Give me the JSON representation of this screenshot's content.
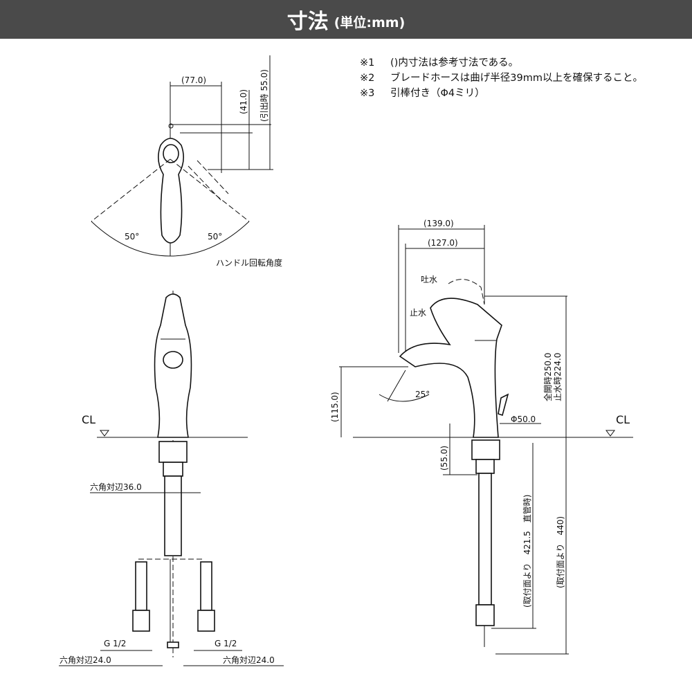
{
  "header": {
    "title": "寸法",
    "unit": "(単位:mm)"
  },
  "notes": [
    {
      "mark": "※1",
      "text": "()内寸法は参考寸法である。"
    },
    {
      "mark": "※2",
      "text": "ブレードホースは曲げ半径39mm以上を確保すること。"
    },
    {
      "mark": "※3",
      "text": "引棒付き（Φ4ミリ）"
    }
  ],
  "top_view": {
    "width": "(77.0)",
    "depth": "(41.0)",
    "pulled": "(引出時 55.0)",
    "angle_left": "50°",
    "angle_right": "50°",
    "caption": "ハンドル回転角度"
  },
  "front_view": {
    "cl": "CL",
    "hex_nut": "六角対辺36.0",
    "thread_left": "G 1/2",
    "thread_right": "G 1/2",
    "hex_left": "六角対辺24.0",
    "hex_right": "六角対辺24.0"
  },
  "side_view": {
    "reach_total": "(139.0)",
    "reach_spout": "(127.0)",
    "open": "吐水",
    "closed": "止水",
    "spout_height": "(115.0)",
    "spout_angle": "25°",
    "base_dia": "Φ50.0",
    "cl": "CL",
    "below_deck": "(55.0)",
    "height_open": "全開時250.0",
    "height_closed": "止水時224.0",
    "hose_straight": "(取付面より　421.5　直管時)",
    "hose_total": "(取付面より　440)"
  }
}
